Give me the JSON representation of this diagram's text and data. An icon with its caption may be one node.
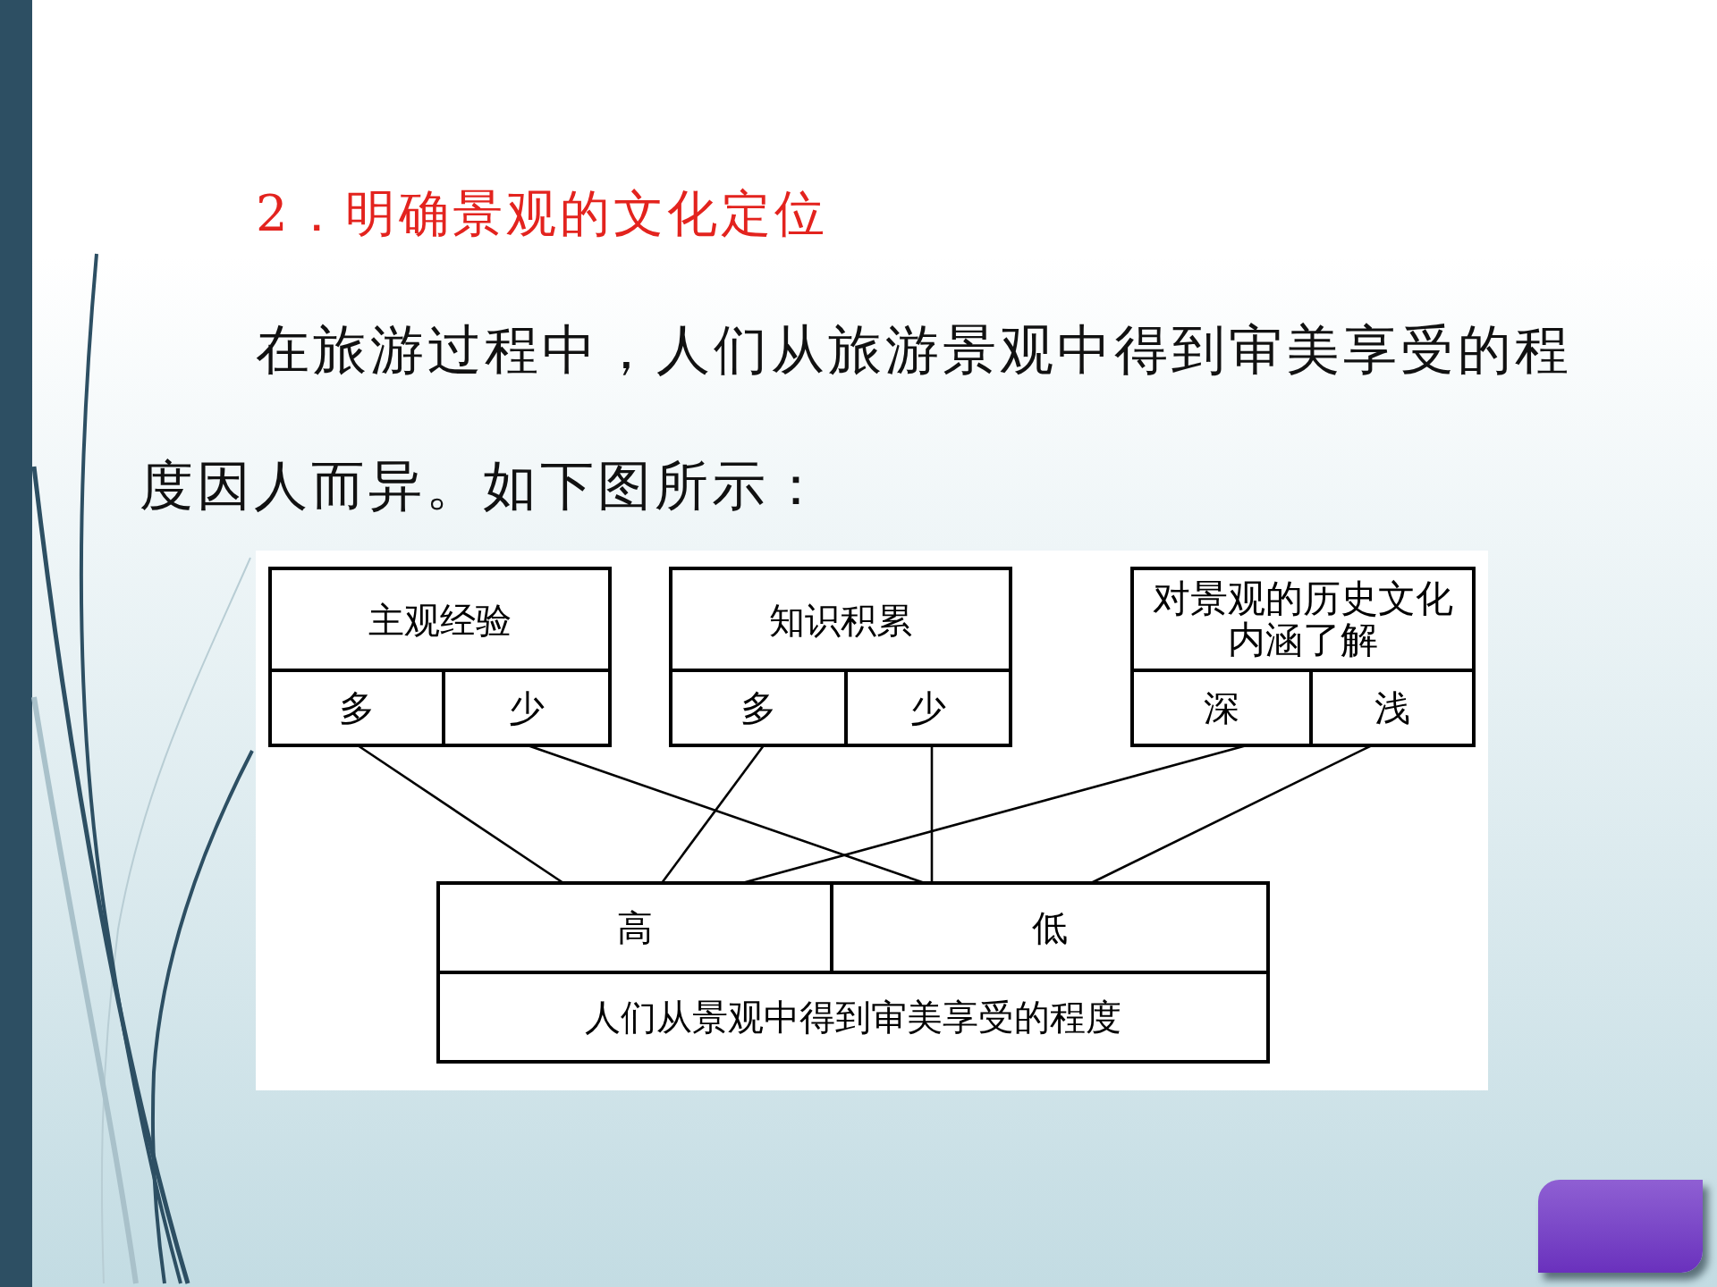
{
  "diagram": {
    "title": "2．明确景观的文化定位",
    "nodes": [
      {
        "text": [
          "主观经验"
        ]
      },
      {
        "text": [
          "多"
        ],
        "in": 0
      },
      {
        "text": [
          "少"
        ],
        "in": 0
      },
      {
        "text": [
          "知识积累"
        ]
      },
      {
        "text": [
          "多"
        ],
        "in": 3
      },
      {
        "text": [
          "少"
        ],
        "in": 3
      },
      {
        "text": [
          "对景观的历史文化内涵了解"
        ]
      },
      {
        "text": [
          "深"
        ],
        "in": 6
      },
      {
        "text": [
          "浅"
        ],
        "in": 6
      },
      {
        "text": [
          "人们从景观中得到审美享受的程度"
        ]
      },
      {
        "text": [
          "高"
        ],
        "in": 9
      },
      {
        "text": [
          "低"
        ],
        "in": 9
      }
    ],
    "edges": [
      {
        "from": 1,
        "to": 10,
        "arrow": "none"
      },
      {
        "from": 2,
        "to": 11,
        "arrow": "none"
      },
      {
        "from": 4,
        "to": 10,
        "arrow": "none"
      },
      {
        "from": 5,
        "to": 11,
        "arrow": "none"
      },
      {
        "from": 7,
        "to": 10,
        "arrow": "none"
      },
      {
        "from": 8,
        "to": 11,
        "arrow": "none"
      }
    ],
    "labels": [
      "在旅游过程中，人们从旅游景观中得到审美享受的程度因人而异。如下图所示："
    ]
  }
}
